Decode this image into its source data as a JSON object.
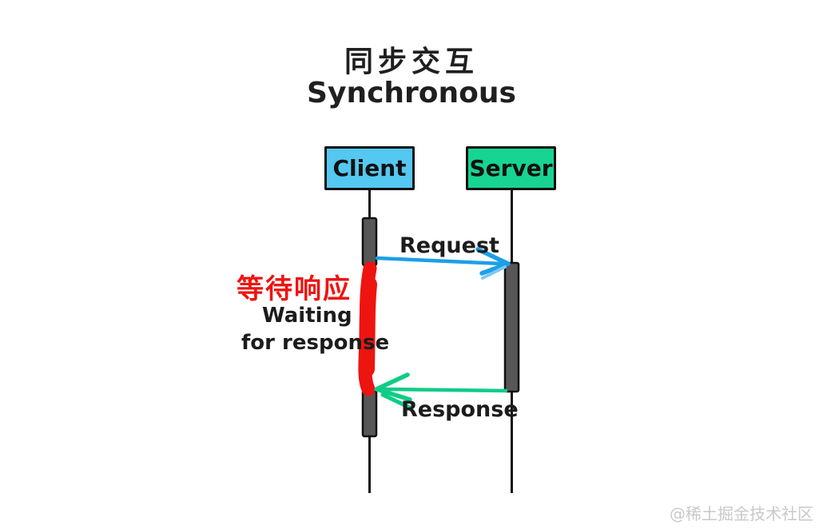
{
  "title": {
    "zh": "同步交互",
    "en": "Synchronous"
  },
  "actors": [
    {
      "label": "Client",
      "fill": "#55c8f2"
    },
    {
      "label": "Server",
      "fill": "#17d492"
    }
  ],
  "messages": [
    {
      "label": "Request",
      "from": "Client",
      "to": "Server",
      "color": "#1b9fe8"
    },
    {
      "label": "Response",
      "from": "Server",
      "to": "Client",
      "color": "#10cc87"
    }
  ],
  "waiting_note": {
    "zh": "等待响应",
    "en": [
      "Waiting",
      "for response"
    ],
    "color": "#ee1410"
  },
  "watermark": "@稀土掘金技术社区"
}
